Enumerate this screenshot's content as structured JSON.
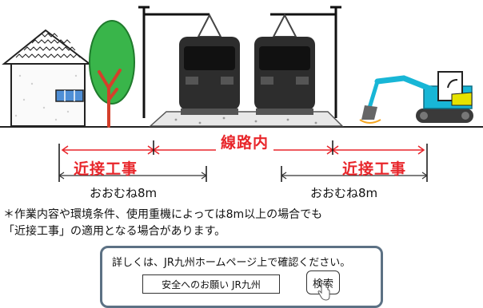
{
  "labels": {
    "track_area": "線路内",
    "adjacent_work_left": "近接工事",
    "adjacent_work_right": "近接工事",
    "approx_left": "おおむね8m",
    "approx_right": "おおむね8m"
  },
  "note": {
    "line1": "＊作業内容や環境条件、使用重機によっては8m以上の場合でも",
    "line2": "「近接工事」の適用となる場合があります。"
  },
  "search_panel": {
    "title": "詳しくは、JR九州ホームページ上で確認ください。",
    "query": "安全へのお願い  JR九州",
    "button_label": "検索"
  },
  "colors": {
    "accent_red": "#e8252a",
    "panel_border": "#5c7184",
    "excavator_cyan": "#18b6d6",
    "excavator_yellow": "#e6e300",
    "tree_green": "#39b54a",
    "tree_trunk": "#d43f2b"
  }
}
